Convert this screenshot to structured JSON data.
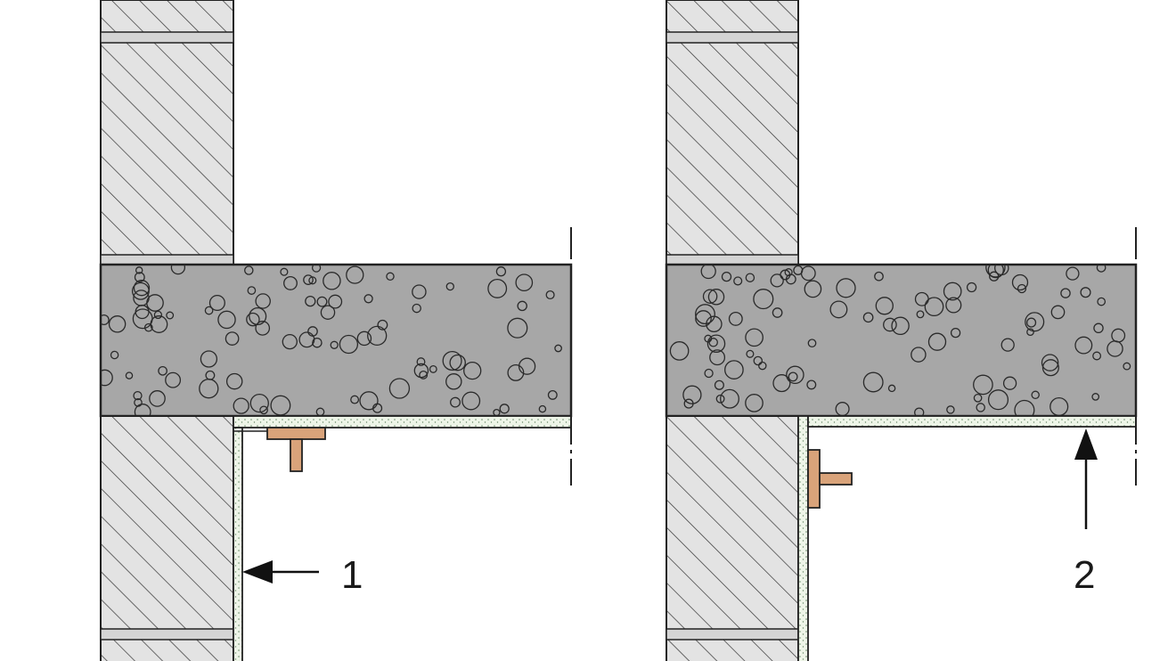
{
  "diagram": {
    "panels": [
      {
        "id": "left",
        "callout": "1"
      },
      {
        "id": "right",
        "callout": "2"
      }
    ],
    "materials": {
      "masonry": "masonry-wall",
      "concrete": "concrete-slab",
      "insulation": "insulation-board",
      "anchor": "anchor-bracket"
    },
    "colors": {
      "masonry_fill": "#e3e3e3",
      "concrete_fill": "#a7a7a7",
      "insulation_fill": "#eef5e8",
      "anchor_fill": "#d9a37a",
      "stroke": "#222222"
    }
  }
}
